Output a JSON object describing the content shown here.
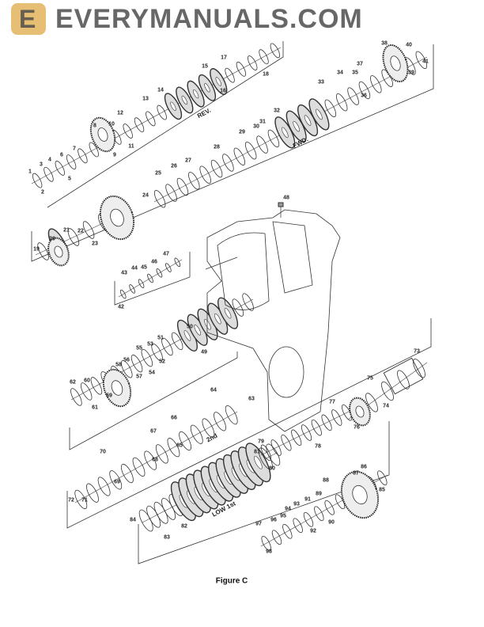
{
  "figure": {
    "caption": "Figure C",
    "part_numbers": [
      "1",
      "2",
      "3",
      "4",
      "5",
      "6",
      "7",
      "8",
      "9",
      "10",
      "11",
      "12",
      "13",
      "14",
      "15",
      "16",
      "17",
      "18",
      "19",
      "20",
      "21",
      "22",
      "23",
      "24",
      "25",
      "26",
      "27",
      "28",
      "29",
      "30",
      "31",
      "32",
      "33",
      "34",
      "35",
      "36",
      "37",
      "38",
      "39",
      "40",
      "41",
      "42",
      "43",
      "44",
      "45",
      "46",
      "47",
      "48",
      "49",
      "50",
      "51",
      "52",
      "53",
      "54",
      "55",
      "56",
      "57",
      "58",
      "59",
      "60",
      "61",
      "62",
      "63",
      "64",
      "65",
      "66",
      "67",
      "68",
      "69",
      "70",
      "71",
      "72",
      "73",
      "74",
      "75",
      "76",
      "77",
      "78",
      "79",
      "80",
      "81",
      "82",
      "83",
      "84",
      "85",
      "86",
      "87",
      "88",
      "89",
      "90",
      "91",
      "92",
      "93",
      "94",
      "95",
      "96",
      "97",
      "98"
    ],
    "sections": {
      "rev": "REV.",
      "fwd": "FWD.",
      "second": "2nd",
      "low": "LOW 1st"
    }
  },
  "watermark": {
    "text": "EVERYMANUALS.COM",
    "logo_letter": "E",
    "logo_color": "#DEAA46"
  }
}
